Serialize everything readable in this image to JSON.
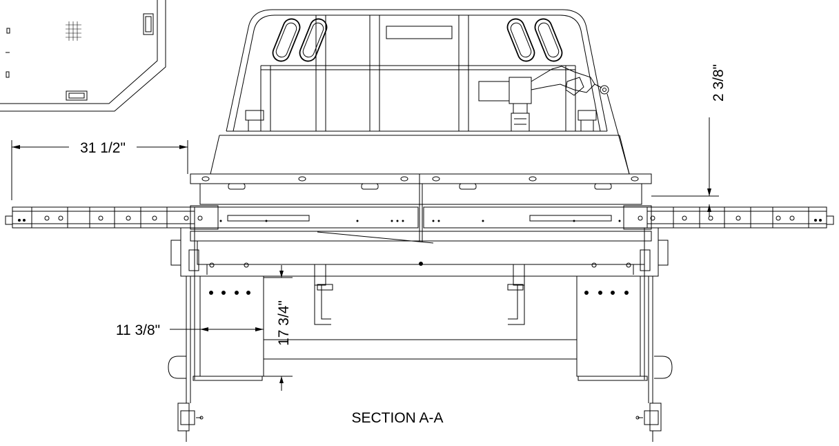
{
  "drawing": {
    "section_label": "SECTION A-A",
    "dimensions": {
      "left_overall_width": "31 1/2\"",
      "right_rail_offset": "2 3/8\"",
      "box_width": "11 3/8\"",
      "box_height": "17 3/4\""
    }
  }
}
